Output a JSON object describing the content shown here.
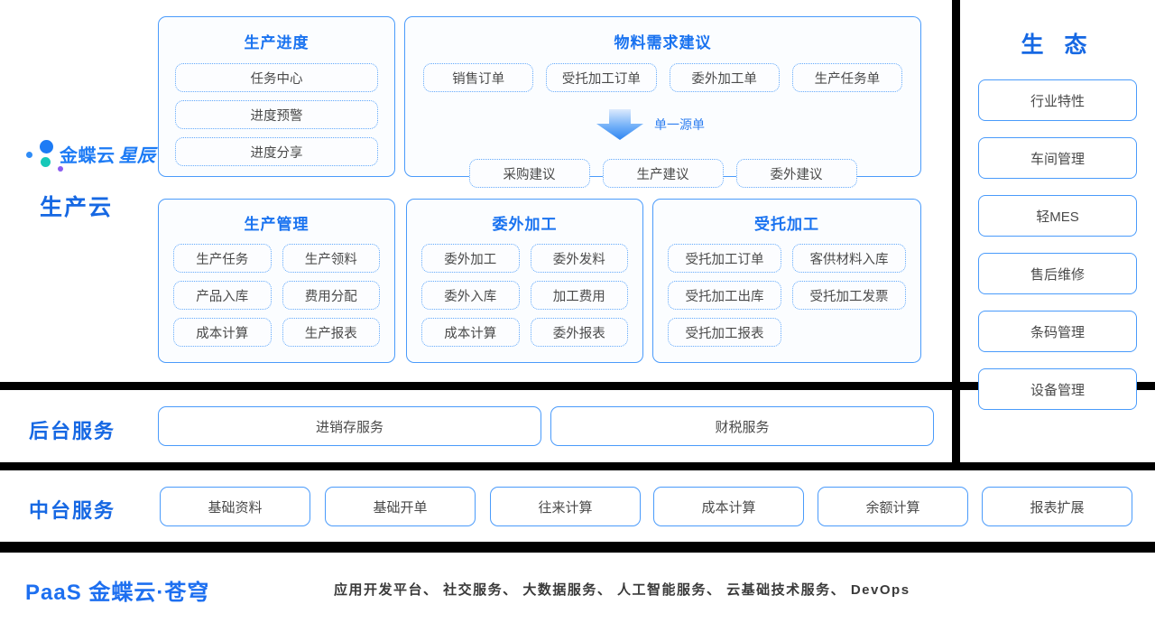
{
  "brand": {
    "name_main": "金蝶云",
    "name_sub": "星辰",
    "cloud_label": "生产云",
    "logo_icon": "kingdee-dots-logo",
    "colors": {
      "accent": "#1d7bf5",
      "teal": "#16c8b8",
      "purple": "#8a5cf0",
      "title": "#1668e3"
    }
  },
  "row1": {
    "cards": [
      {
        "title": "生产进度",
        "items": [
          "任务中心",
          "进度预警",
          "进度分享"
        ]
      },
      {
        "title": "物料需求建议",
        "top_items": [
          "销售订单",
          "受托加工订单",
          "委外加工单",
          "生产任务单"
        ],
        "arrow_label": "单一源单",
        "arrow_icon": "down-arrow-icon",
        "bottom_items": [
          "采购建议",
          "生产建议",
          "委外建议"
        ]
      },
      {
        "title": "生产管理",
        "items": [
          "生产任务",
          "生产领料",
          "产品入库",
          "费用分配",
          "成本计算",
          "生产报表"
        ]
      },
      {
        "title": "委外加工",
        "items": [
          "委外加工",
          "委外发料",
          "委外入库",
          "加工费用",
          "成本计算",
          "委外报表"
        ]
      },
      {
        "title": "受托加工",
        "items": [
          "受托加工订单",
          "客供材料入库",
          "受托加工出库",
          "受托加工发票",
          "受托加工报表"
        ]
      }
    ]
  },
  "ecosystem": {
    "title": "生 态",
    "items": [
      "行业特性",
      "车间管理",
      "轻MES",
      "售后维修",
      "条码管理",
      "设备管理"
    ]
  },
  "backend": {
    "label": "后台服务",
    "items": [
      "进销存服务",
      "财税服务"
    ]
  },
  "middle": {
    "label": "中台服务",
    "items": [
      "基础资料",
      "基础开单",
      "往来计算",
      "成本计算",
      "余额计算",
      "报表扩展"
    ]
  },
  "paas": {
    "title": "PaaS 金蝶云·苍穹",
    "services": "应用开发平台、 社交服务、 大数据服务、 人工智能服务、 云基础技术服务、 DevOps"
  }
}
